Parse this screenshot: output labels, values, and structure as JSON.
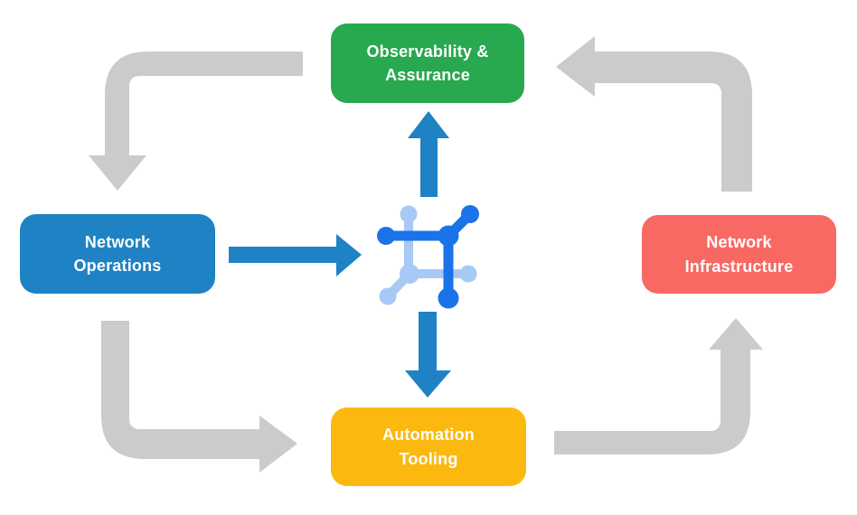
{
  "diagram": {
    "type": "cycle-flow-diagram",
    "nodes": {
      "observability": {
        "label": "Observability &\nAssurance",
        "color": "#28A84F"
      },
      "operations": {
        "label": "Network\nOperations",
        "color": "#1E82C4"
      },
      "infrastructure": {
        "label": "Network\nInfrastructure",
        "color": "#F96963"
      },
      "automation": {
        "label": "Automation\nTooling",
        "color": "#FBB90F"
      }
    },
    "center": {
      "icon": "network-automation-icon",
      "icon_colors": {
        "dark": "#1A73E8",
        "light": "#A6C9F6"
      }
    },
    "edges": {
      "cycle": [
        {
          "from": "observability",
          "to": "operations",
          "style": "gray-elbow"
        },
        {
          "from": "operations",
          "to": "automation",
          "style": "gray-elbow"
        },
        {
          "from": "automation",
          "to": "infrastructure",
          "style": "gray-elbow"
        },
        {
          "from": "infrastructure",
          "to": "observability",
          "style": "gray-elbow"
        }
      ],
      "flows": [
        {
          "from": "operations",
          "to": "center",
          "style": "blue-straight"
        },
        {
          "from": "center",
          "to": "observability",
          "style": "blue-straight"
        },
        {
          "from": "center",
          "to": "automation",
          "style": "blue-straight"
        }
      ]
    },
    "colors": {
      "cycle_arrow": "#CBCBCB",
      "flow_arrow": "#1E82C4",
      "node_text": "#FFFFFF",
      "background": "#FFFFFF"
    }
  }
}
